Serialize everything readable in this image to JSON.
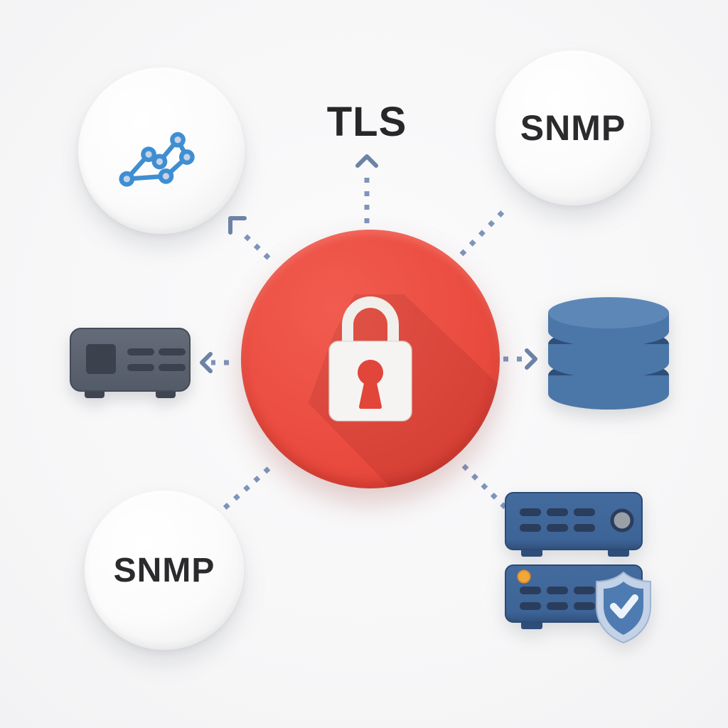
{
  "diagram": {
    "center": {
      "icon": "padlock",
      "color": "#e94a3f",
      "meaning": "security-lock-hub"
    },
    "nodes": {
      "top_left": {
        "icon": "line-chart"
      },
      "top": {
        "label": "TLS"
      },
      "top_right": {
        "label": "SNMP"
      },
      "left": {
        "icon": "network-device"
      },
      "right": {
        "icon": "database"
      },
      "bottom_left": {
        "label": "SNMP"
      },
      "bottom_right": {
        "icon": "server-stack-with-shield-check"
      }
    },
    "connectors": [
      {
        "from": "center",
        "to": "top",
        "arrow": true
      },
      {
        "from": "center",
        "to": "top_left",
        "arrow": true
      },
      {
        "from": "center",
        "to": "top_right",
        "arrow": false
      },
      {
        "from": "center",
        "to": "left",
        "arrow": true
      },
      {
        "from": "center",
        "to": "right",
        "arrow": true
      },
      {
        "from": "center",
        "to": "bottom_left",
        "arrow": false
      },
      {
        "from": "center",
        "to": "bottom_right",
        "arrow": false
      }
    ]
  },
  "labels": {
    "tls": "TLS",
    "snmp_top": "SNMP",
    "snmp_bottom": "SNMP"
  },
  "colors": {
    "background": "#f7f7f8",
    "hub_red": "#e94a3f",
    "lock_white": "#f5f3f1",
    "keyhole_red": "#e2453a",
    "chart_blue": "#3f8ed2",
    "chart_node_fill": "#c6d2e8",
    "device_gray": "#5d6472",
    "device_dark": "#3b414d",
    "database_blue": "#4b76a8",
    "database_top": "#5d87b6",
    "server_blue": "#3d6497",
    "server_slot": "#2b3d5c",
    "shield_silver": "#c3d2e6",
    "shield_inner": "#4e7cb2",
    "led_orange": "#f3a73a",
    "dot_blue": "#7f94ba",
    "text_dark": "#2b2b2e"
  }
}
